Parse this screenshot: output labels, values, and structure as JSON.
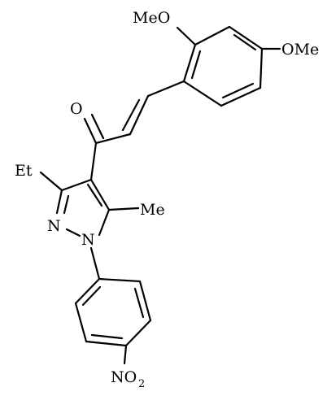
{
  "labels": {
    "methoxy_ortho": "MeO",
    "methoxy_para": "OMe",
    "carbonyl_oxygen": "O",
    "ethyl": "Et",
    "methyl": "Me",
    "pyrazole_n2": "N",
    "pyrazole_n1": "N",
    "nitro_n": "NO",
    "nitro_subscript": "2"
  },
  "colors": {
    "ink": "#000000",
    "background": "#ffffff"
  }
}
